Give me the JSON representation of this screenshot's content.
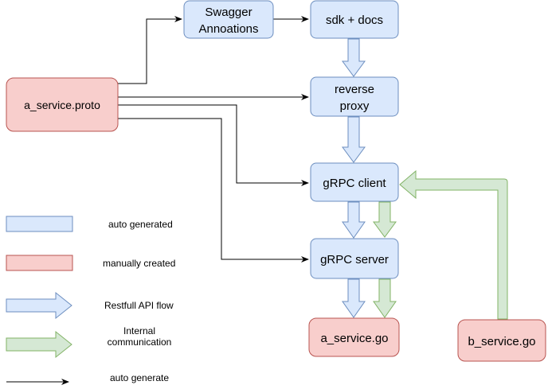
{
  "nodes": {
    "a_service_proto": {
      "label": "a_service.proto",
      "kind": "manual"
    },
    "swagger": {
      "label_lines": [
        "Swagger",
        "Annoations"
      ],
      "kind": "auto"
    },
    "sdk_docs": {
      "label": "sdk + docs",
      "kind": "auto"
    },
    "reverse_proxy": {
      "label_lines": [
        "reverse",
        "proxy"
      ],
      "kind": "auto"
    },
    "grpc_client": {
      "label": "gRPC client",
      "kind": "auto"
    },
    "grpc_server": {
      "label": "gRPC server",
      "kind": "auto"
    },
    "a_service_go": {
      "label": "a_service.go",
      "kind": "manual"
    },
    "b_service_go": {
      "label": "b_service.go",
      "kind": "manual"
    }
  },
  "legend": {
    "auto_generated": "auto generated",
    "manually_created": "manually created",
    "restful_flow": "Restfull API flow",
    "internal_lines": [
      "Internal",
      "communication"
    ],
    "auto_generate": "auto generate"
  },
  "colors": {
    "auto_fill": "#dae8fc",
    "auto_stroke": "#6c8ebf",
    "manual_fill": "#f8cecc",
    "manual_stroke": "#b85450",
    "internal_fill": "#d5e8d4",
    "internal_stroke": "#82b366",
    "line": "#000000"
  }
}
